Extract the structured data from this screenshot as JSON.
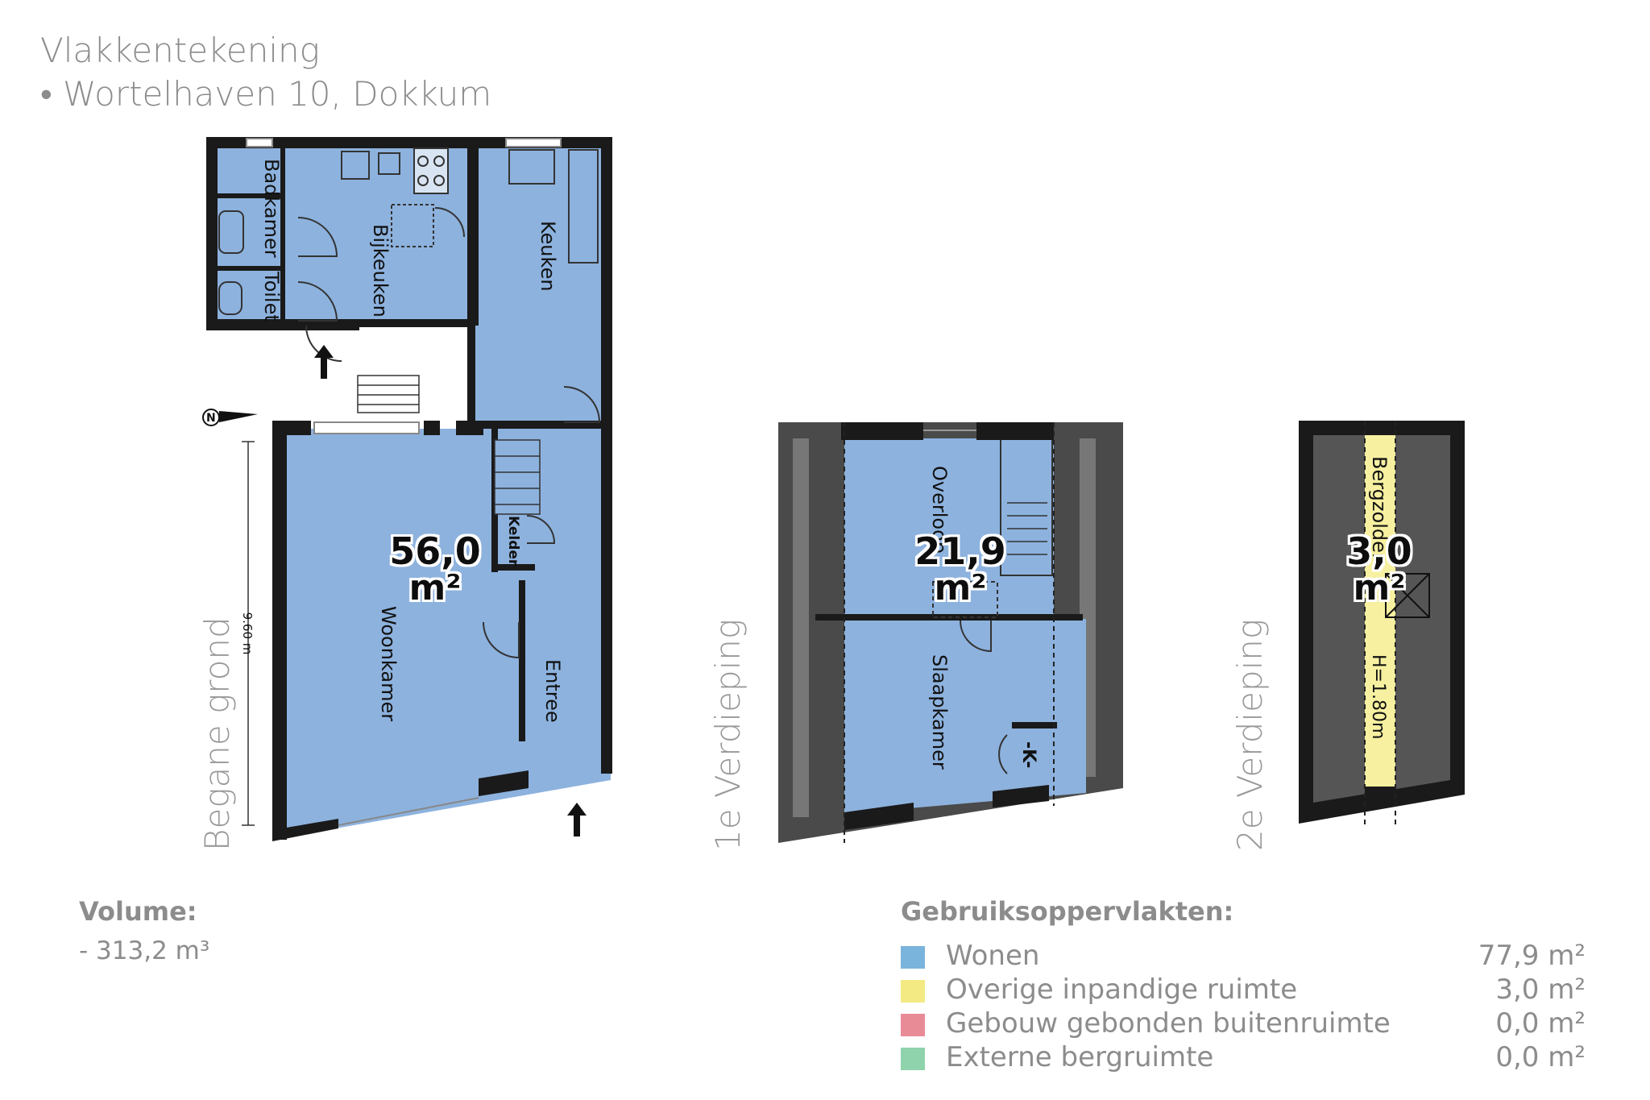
{
  "header": {
    "title": "Vlakkentekening",
    "address": "• Wortelhaven 10, Dokkum"
  },
  "floors": {
    "ground": {
      "name": "Begane grond",
      "area_value": "56,0",
      "area_unit": "m²",
      "dimension": "9.60 m",
      "rooms": [
        "Badkamer",
        "Toilet",
        "Bijkeuken",
        "Keuken",
        "Kelder",
        "Woonkamer",
        "Entree"
      ]
    },
    "first": {
      "name": "1e Verdieping",
      "area_value": "21,9",
      "area_unit": "m²",
      "rooms": [
        "Overloop",
        "Slaapkamer",
        "-K-"
      ]
    },
    "second": {
      "name": "2e Verdieping",
      "area_value": "3,0",
      "area_unit": "m²",
      "rooms": [
        "Bergzolder",
        "H=1.80m"
      ]
    }
  },
  "volume": {
    "label": "Volume:",
    "value": "- 313,2 m³"
  },
  "legend": {
    "title": "Gebruiksoppervlakten:",
    "items": [
      {
        "name": "Wonen",
        "value": "77,9 m²",
        "color": "#7ab3dc"
      },
      {
        "name": "Overige inpandige ruimte",
        "value": "3,0 m²",
        "color": "#f3ea84"
      },
      {
        "name": "Gebouw gebonden buitenruimte",
        "value": "0,0 m²",
        "color": "#e98b97"
      },
      {
        "name": "Externe bergruimte",
        "value": "0,0 m²",
        "color": "#8fd3ad"
      }
    ]
  },
  "colors": {
    "room": "#8db2de",
    "wall": "#1a1a1a",
    "roof": "#4a4a4a",
    "attic": "#f6f0a0"
  }
}
